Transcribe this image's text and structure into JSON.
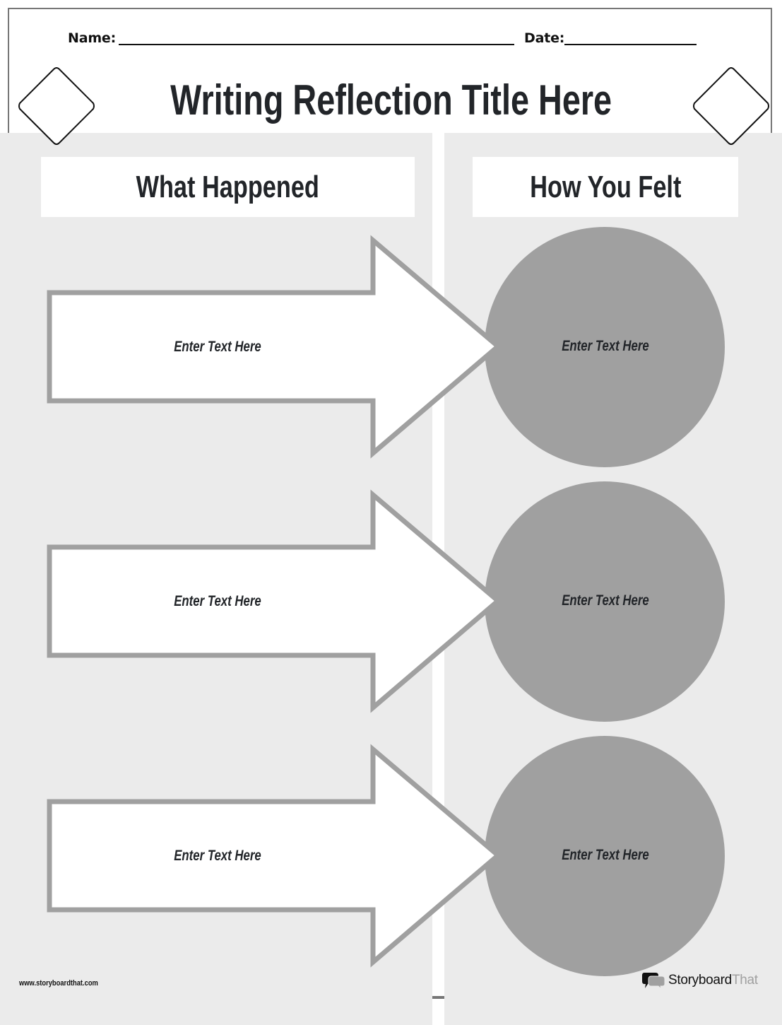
{
  "header": {
    "name_label": "Name:",
    "date_label": "Date:",
    "title": "Writing Reflection Title Here"
  },
  "columns": {
    "left_title": "What Happened",
    "right_title": "How You Felt"
  },
  "rows": [
    {
      "event_text": "Enter Text Here",
      "feeling_text": "Enter Text Here"
    },
    {
      "event_text": "Enter Text Here",
      "feeling_text": "Enter Text Here"
    },
    {
      "event_text": "Enter Text Here",
      "feeling_text": "Enter Text Here"
    }
  ],
  "footer": {
    "url": "www.storyboardthat.com",
    "logo_primary": "Storyboard",
    "logo_secondary": "That"
  },
  "colors": {
    "panel_bg": "#ebebeb",
    "arrow_stroke": "#a0a0a0",
    "circle_fill": "#a0a0a0",
    "text": "#222529",
    "frame_border": "#777777"
  }
}
